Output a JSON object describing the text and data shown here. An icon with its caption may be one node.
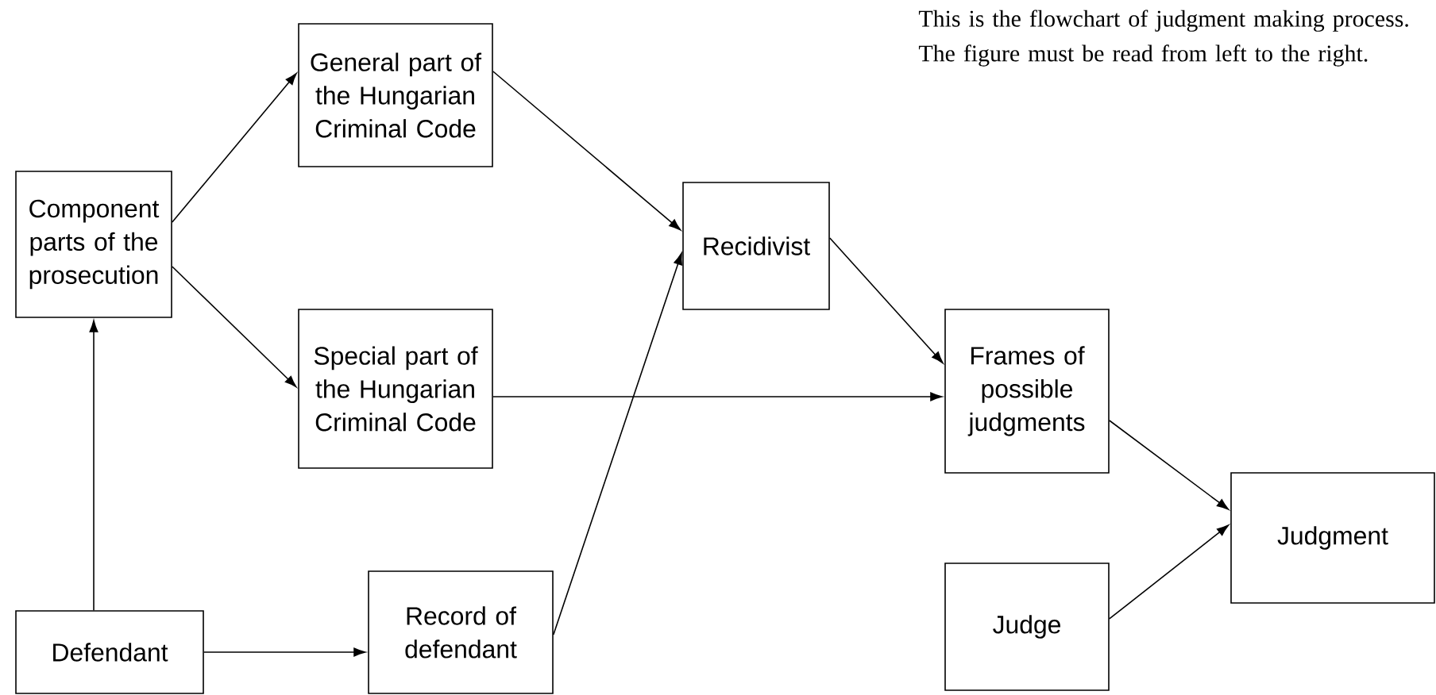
{
  "diagram": {
    "nodes": [
      {
        "text": [
          "Component parts of the prosecution"
        ]
      },
      {
        "text": [
          "General part of the Hungarian Criminal Code"
        ]
      },
      {
        "text": [
          "Special part of the Hungarian Criminal Code"
        ]
      },
      {
        "text": [
          "Defendant"
        ]
      },
      {
        "text": [
          "Record of defendant"
        ]
      },
      {
        "text": [
          "Recidivist"
        ]
      },
      {
        "text": [
          "Frames of possible judgments"
        ]
      },
      {
        "text": [
          "Judge"
        ]
      },
      {
        "text": [
          "Judgment"
        ]
      }
    ],
    "edges": [
      {
        "from": 3,
        "to": 0,
        "arrow": "to"
      },
      {
        "from": 3,
        "to": 4,
        "arrow": "to"
      },
      {
        "from": 0,
        "to": 1,
        "arrow": "to"
      },
      {
        "from": 0,
        "to": 2,
        "arrow": "to"
      },
      {
        "from": 1,
        "to": 5,
        "arrow": "to"
      },
      {
        "from": 4,
        "to": 5,
        "arrow": "to"
      },
      {
        "from": 5,
        "to": 6,
        "arrow": "to"
      },
      {
        "from": 2,
        "to": 6,
        "arrow": "to"
      },
      {
        "from": 6,
        "to": 8,
        "arrow": "to"
      },
      {
        "from": 7,
        "to": 8,
        "arrow": "to"
      }
    ],
    "labels": [
      "This is the flowchart of judgment making process. The figure must be read from left to the right."
    ]
  }
}
